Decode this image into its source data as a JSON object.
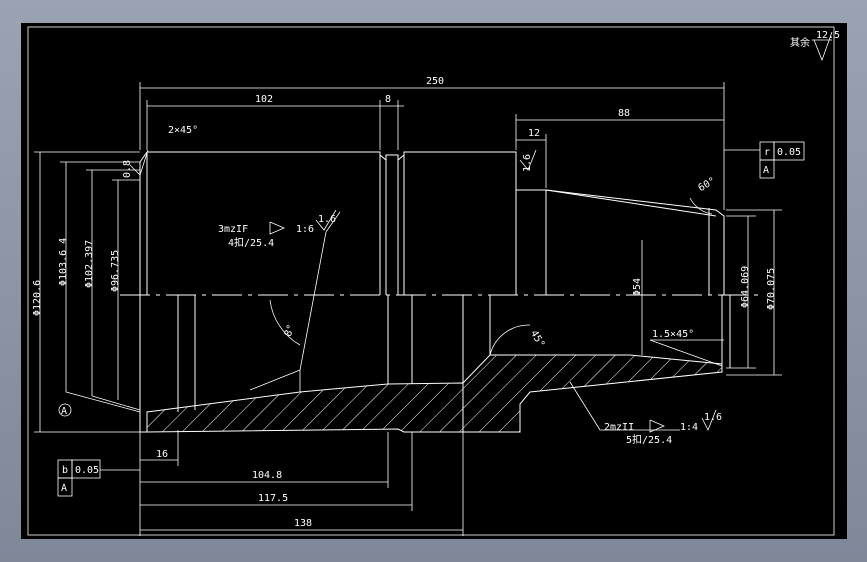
{
  "drawing": {
    "surface_roughness_note": "其余",
    "surface_roughness_symbol_value": "12.5",
    "overall_length": "250",
    "dim_top_left": "102",
    "dim_groove": "8",
    "dim_taper_length": "88",
    "dim_12": "12",
    "chamfer_left": "2×45°",
    "roughness_left": "0.8",
    "roughness_mid": "1.6",
    "roughness_right": "1.6",
    "roughness_top_shoulder": "1.6",
    "thread_note_left_1": "3mzIF",
    "thread_note_left_2": "4扣/25.4",
    "taper_left": "1:6",
    "thread_note_right_1": "2mzII",
    "thread_note_right_2": "5扣/25.4",
    "taper_right": "1:4",
    "angle_60": "60°",
    "angle_45": "45°",
    "angle_8": "8°",
    "chamfer_right": "1.5×45°",
    "diameter_120_6": "Φ120.6",
    "diameter_103": "Φ103.6 4",
    "diameter_102": "Φ102.397",
    "diameter_96": "Φ96.735",
    "diameter_64": "Φ64.069",
    "diameter_70": "Φ70.075",
    "diameter_54": "Φ54",
    "dim_16": "16",
    "dim_104_8": "104.8",
    "dim_117_5": "117.5",
    "dim_138": "138",
    "datum_a": "A",
    "tol_top_symbol": "r",
    "tol_top_value": "0.05",
    "tol_top_datum": "A",
    "tol_bottom_symbol": "b",
    "tol_bottom_value": "0.05",
    "tol_bottom_datum": "A"
  }
}
